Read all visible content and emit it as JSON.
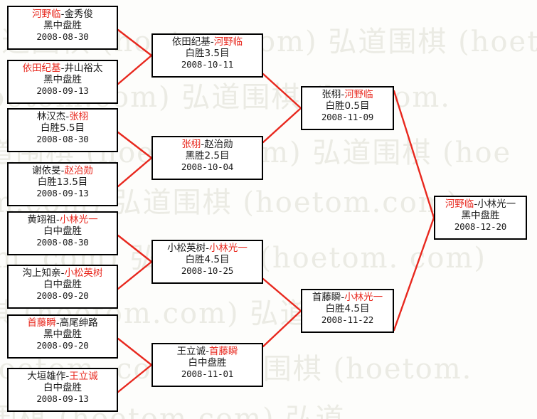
{
  "diagram": {
    "type": "single-elimination-bracket",
    "accent_color": "#e8281e",
    "box_border_color": "#000000",
    "background_color": "#fdfdfb",
    "watermark_text": "弘道围棋 (hoetom.com)",
    "watermark_color": "#e8e8e0"
  },
  "rounds": [
    {
      "name": "round-1",
      "matches": [
        {
          "id": "r1m1",
          "winner": "河野临",
          "loser": "金秀俊",
          "winner_first": true,
          "result": "黑中盘胜",
          "date": "2008-08-30"
        },
        {
          "id": "r1m2",
          "winner": "依田纪基",
          "loser": "井山裕太",
          "winner_first": true,
          "result": "黑中盘胜",
          "date": "2008-09-13"
        },
        {
          "id": "r1m3",
          "winner": "张栩",
          "loser": "林汉杰",
          "winner_first": false,
          "result": "白胜5.5目",
          "date": "2008-08-30"
        },
        {
          "id": "r1m4",
          "winner": "赵治勋",
          "loser": "谢依旻",
          "winner_first": false,
          "result": "白胜13.5目",
          "date": "2008-09-13"
        },
        {
          "id": "r1m5",
          "winner": "小林光一",
          "loser": "黄翊祖",
          "winner_first": false,
          "result": "白中盘胜",
          "date": "2008-08-30"
        },
        {
          "id": "r1m6",
          "winner": "小松英树",
          "loser": "沟上知亲",
          "winner_first": false,
          "result": "白中盘胜",
          "date": "2008-09-20"
        },
        {
          "id": "r1m7",
          "winner": "首藤瞬",
          "loser": "高尾绅路",
          "winner_first": true,
          "result": "黑中盘胜",
          "date": "2008-09-20"
        },
        {
          "id": "r1m8",
          "winner": "王立诚",
          "loser": "大垣雄作",
          "winner_first": false,
          "result": "白中盘胜",
          "date": "2008-09-13"
        }
      ]
    },
    {
      "name": "round-2",
      "matches": [
        {
          "id": "r2m1",
          "winner": "河野临",
          "loser": "依田纪基",
          "winner_first": false,
          "result": "白胜3.5目",
          "date": "2008-10-11"
        },
        {
          "id": "r2m2",
          "winner": "张栩",
          "loser": "赵治勋",
          "winner_first": true,
          "result": "黑胜2.5目",
          "date": "2008-10-04"
        },
        {
          "id": "r2m3",
          "winner": "小林光一",
          "loser": "小松英树",
          "winner_first": false,
          "result": "白胜4.5目",
          "date": "2008-10-25"
        },
        {
          "id": "r2m4",
          "winner": "首藤瞬",
          "loser": "王立诚",
          "winner_first": false,
          "result": "白中盘胜",
          "date": "2008-11-01"
        }
      ]
    },
    {
      "name": "semifinal",
      "matches": [
        {
          "id": "sfm1",
          "winner": "河野临",
          "loser": "张栩",
          "winner_first": false,
          "result": "白胜0.5目",
          "date": "2008-11-09"
        },
        {
          "id": "sfm2",
          "winner": "小林光一",
          "loser": "首藤瞬",
          "winner_first": false,
          "result": "白胜4.5目",
          "date": "2008-11-22"
        }
      ]
    },
    {
      "name": "final",
      "matches": [
        {
          "id": "fm1",
          "winner": "河野临",
          "loser": "小林光一",
          "winner_first": true,
          "result": "黑中盘胜",
          "date": "2008-12-20"
        }
      ]
    }
  ],
  "boxes": {
    "r1m1": {
      "players_a": "河野临",
      "players_b": "金秀俊",
      "a_is_winner": true,
      "result": "黑中盘胜",
      "date": "2008-08-30"
    },
    "r1m2": {
      "players_a": "依田纪基",
      "players_b": "井山裕太",
      "a_is_winner": true,
      "result": "黑中盘胜",
      "date": "2008-09-13"
    },
    "r1m3": {
      "players_a": "林汉杰",
      "players_b": "张栩",
      "a_is_winner": false,
      "result": "白胜5.5目",
      "date": "2008-08-30"
    },
    "r1m4": {
      "players_a": "谢依旻",
      "players_b": "赵治勋",
      "a_is_winner": false,
      "result": "白胜13.5目",
      "date": "2008-09-13"
    },
    "r1m5": {
      "players_a": "黄翊祖",
      "players_b": "小林光一",
      "a_is_winner": false,
      "result": "白中盘胜",
      "date": "2008-08-30"
    },
    "r1m6": {
      "players_a": "沟上知亲",
      "players_b": "小松英树",
      "a_is_winner": false,
      "result": "白中盘胜",
      "date": "2008-09-20"
    },
    "r1m7": {
      "players_a": "首藤瞬",
      "players_b": "高尾绅路",
      "a_is_winner": true,
      "result": "黑中盘胜",
      "date": "2008-09-20"
    },
    "r1m8": {
      "players_a": "大垣雄作",
      "players_b": "王立诚",
      "a_is_winner": false,
      "result": "白中盘胜",
      "date": "2008-09-13"
    },
    "r2m1": {
      "players_a": "依田纪基",
      "players_b": "河野临",
      "a_is_winner": false,
      "result": "白胜3.5目",
      "date": "2008-10-11"
    },
    "r2m2": {
      "players_a": "张栩",
      "players_b": "赵治勋",
      "a_is_winner": true,
      "result": "黑胜2.5目",
      "date": "2008-10-04"
    },
    "r2m3": {
      "players_a": "小松英树",
      "players_b": "小林光一",
      "a_is_winner": false,
      "result": "白胜4.5目",
      "date": "2008-10-25"
    },
    "r2m4": {
      "players_a": "王立诚",
      "players_b": "首藤瞬",
      "a_is_winner": false,
      "result": "白中盘胜",
      "date": "2008-11-01"
    },
    "sfm1": {
      "players_a": "张栩",
      "players_b": "河野临",
      "a_is_winner": false,
      "result": "白胜0.5目",
      "date": "2008-11-09"
    },
    "sfm2": {
      "players_a": "首藤瞬",
      "players_b": "小林光一",
      "a_is_winner": false,
      "result": "白胜4.5目",
      "date": "2008-11-22"
    },
    "fm1": {
      "players_a": "河野临",
      "players_b": "小林光一",
      "a_is_winner": true,
      "result": "黑中盘胜",
      "date": "2008-12-20"
    }
  },
  "watermark": {
    "rows": [
      "弘道围棋 (hoetom.com) 弘道围棋 (hoetom.com)",
      "棋 (hoetom.com) 弘道围棋 (hoetom.",
      "道围棋 (hoetom.com) 弘道围棋 (hoe",
      "(hoetom.com) 弘道围棋 (hoetom.com)",
      "com. com) 弘道围棋 (hoetom. com)",
      "弘道围棋 (hoetom.com) 弘道围棋",
      "hoetom. com) 弘道围棋 (hoetom.",
      "弘道围棋 (hoetom.com) 弘道"
    ]
  }
}
